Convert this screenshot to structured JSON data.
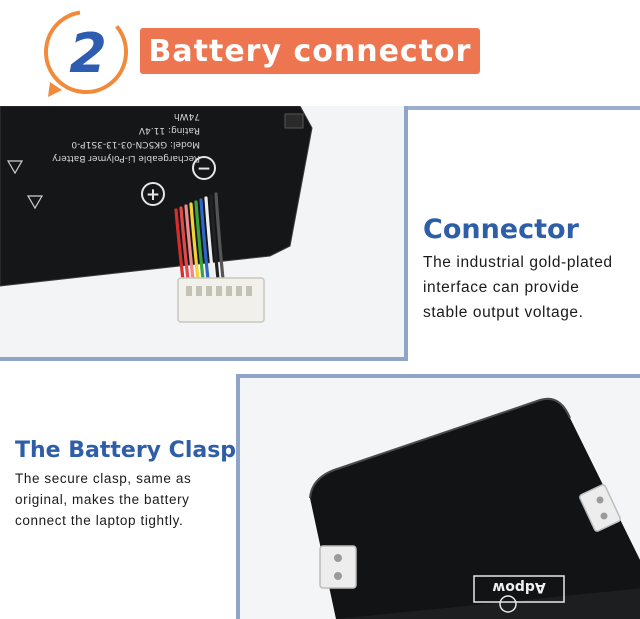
{
  "header": {
    "step_number": "2",
    "title": "Battery connector"
  },
  "connector": {
    "heading": "Connector",
    "lines": [
      "The industrial gold-plated",
      "interface can provide",
      "stable output voltage."
    ],
    "label_lines": [
      "Rechargeable Li-Polymer Battery",
      "Model: GK5CN-03-13-3S1P-0",
      "Rating: 11.4V",
      "74Wh"
    ],
    "plus_symbol": "+",
    "minus_symbol": "−"
  },
  "clasp": {
    "heading": "The Battery Clasp",
    "lines": [
      "The secure clasp, same as",
      "original, makes the battery",
      "connect the laptop tightly."
    ],
    "stamp_text": "Adpow"
  },
  "colors": {
    "accent_orange": "#ed7550",
    "heading_blue": "#2e5ea8",
    "frame_blue": "#8fa4c6"
  }
}
